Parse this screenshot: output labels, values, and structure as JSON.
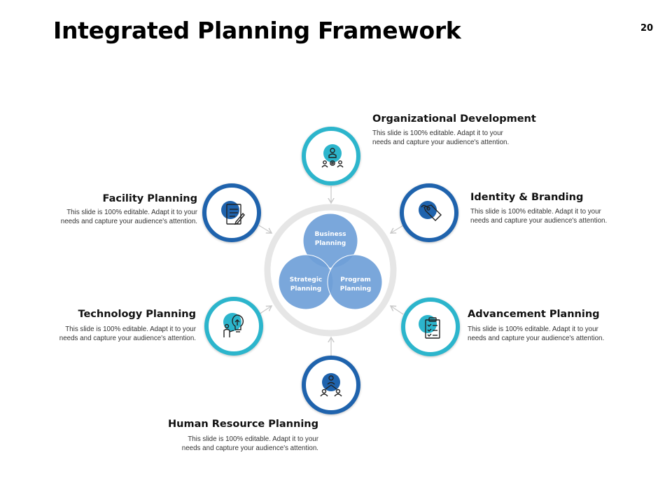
{
  "title": "Integrated Planning Framework",
  "page_number": "20",
  "colors": {
    "dark_blue": "#1f63ad",
    "teal": "#2cb5cc",
    "venn_blue": "#6f9fd8",
    "ring_gray": "#e6e6e6"
  },
  "venn": {
    "top": [
      "Business",
      "Planning"
    ],
    "left": [
      "Strategic",
      "Planning"
    ],
    "right": [
      "Program",
      "Planning"
    ]
  },
  "items": [
    {
      "title": "Organizational Development",
      "desc": [
        "This slide is 100% editable.  Adapt it to your",
        "needs and capture your audience's attention."
      ],
      "icon": "team-gear-icon"
    },
    {
      "title": "Identity & Branding",
      "desc": [
        "This slide is 100% editable.  Adapt it to your",
        "needs and capture your audience's attention."
      ],
      "icon": "tag-icon"
    },
    {
      "title": "Advancement Planning",
      "desc": [
        "This slide is 100% editable.  Adapt it to your",
        "needs and capture your audience's attention."
      ],
      "icon": "clipboard-checklist-icon"
    },
    {
      "title": "Human Resource Planning",
      "desc": [
        "This slide is 100% editable.  Adapt it to your",
        "needs and capture your audience's attention."
      ],
      "icon": "people-network-icon"
    },
    {
      "title": "Technology Planning",
      "desc": [
        "This slide is 100% editable.  Adapt it to your",
        "needs and capture your audience's attention."
      ],
      "icon": "lightbulb-person-icon"
    },
    {
      "title": "Facility Planning",
      "desc": [
        "This slide is 100% editable.  Adapt it to your",
        "needs and capture your audience's attention."
      ],
      "icon": "document-pen-icon"
    }
  ]
}
